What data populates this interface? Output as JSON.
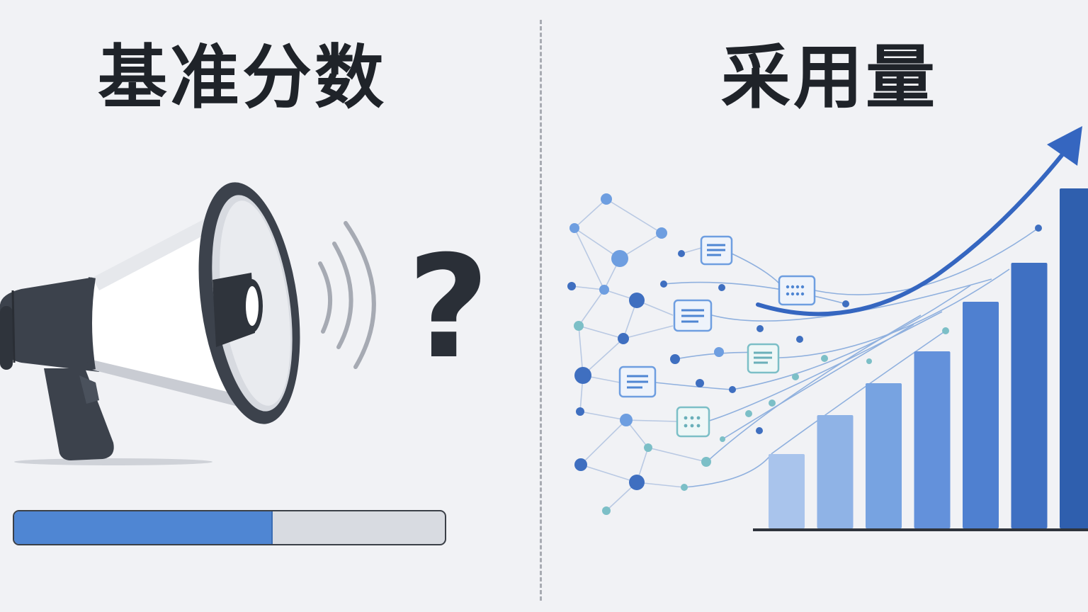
{
  "left_panel": {
    "title": "基准分数",
    "question_symbol": "?",
    "progress_fraction": 0.6
  },
  "right_panel": {
    "title": "采用量",
    "bar_levels": [
      0.21,
      0.32,
      0.41,
      0.5,
      0.64,
      0.75,
      0.96
    ],
    "bar_colors": [
      "#a9c4ec",
      "#8fb3e6",
      "#77a3e1",
      "#6391db",
      "#4f80d0",
      "#3f70c2",
      "#2f5fae"
    ],
    "trend_color": "#3566c0"
  },
  "icons": {
    "left": [
      "megaphone-icon",
      "sound-waves-icon"
    ],
    "right": [
      "network-graph",
      "document-card-icon",
      "dots-card-icon",
      "growth-arrow-icon"
    ]
  },
  "colors": {
    "background": "#f1f2f5",
    "text": "#1f2329",
    "accent": "#4f86d3",
    "megaphone_dark": "#3c424c"
  }
}
